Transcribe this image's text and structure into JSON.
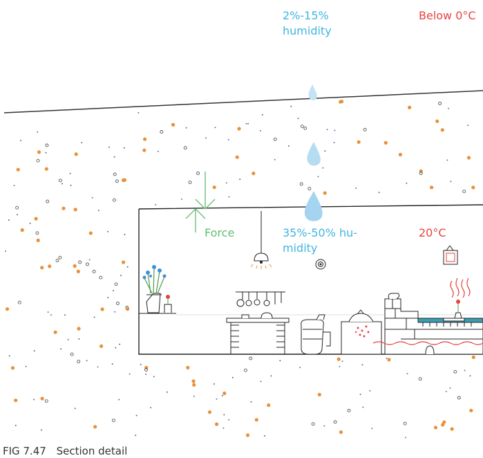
{
  "labels": {
    "top_humidity": [
      "2%-15%",
      "humidity"
    ],
    "top_temperature": "Below 0°C",
    "force": "Force",
    "room_humidity": [
      "35%-50% hu-",
      "midity"
    ],
    "room_temperature": "20°C"
  },
  "caption": {
    "number": "FIG 7.47",
    "title": "Section detail"
  },
  "colors": {
    "humidity": "#3fb6e0",
    "temperature": "#e8423f",
    "force": "#5fbf6c",
    "drawing_ink": "#222222",
    "soil_speck": "#e8913a",
    "water_drop": "#aed9f0"
  },
  "icons": {
    "drop": "water-drop-icon",
    "force_arrow": "downward-arrow-icon",
    "heat": "heat-wave-icon"
  }
}
